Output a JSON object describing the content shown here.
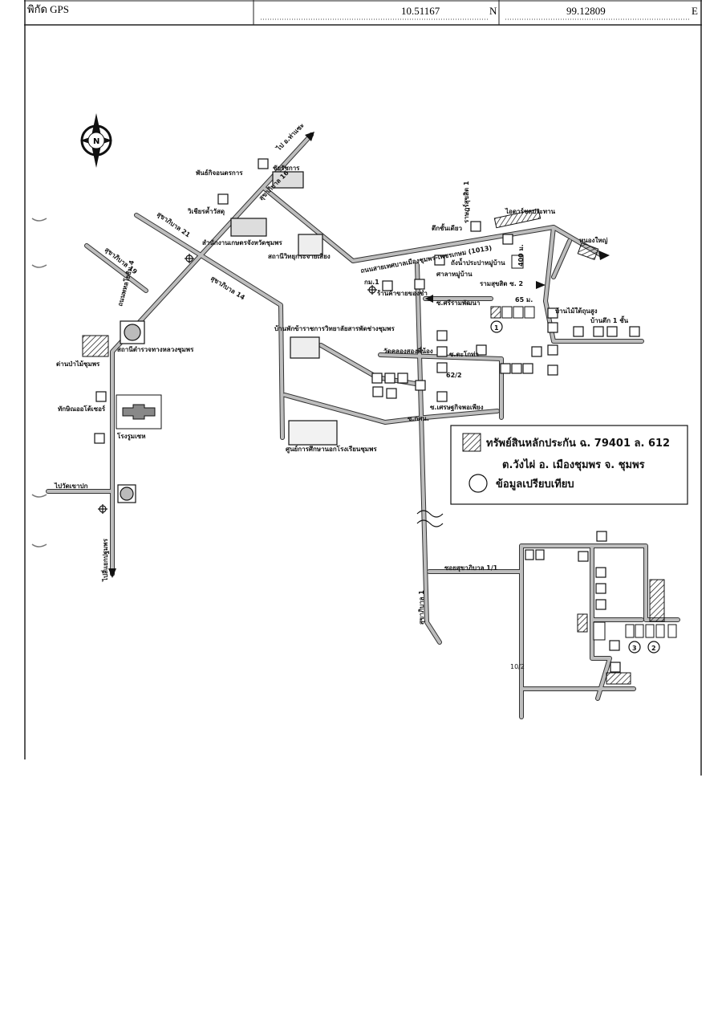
{
  "header": {
    "partial_left": "พิกัด GPS",
    "latitude": "10.51167",
    "lat_dir": "N",
    "longitude": "99.12809",
    "lon_dir": "E"
  },
  "compass": {
    "north": "N"
  },
  "labels": {
    "to_tha_sae": "ไป อ.ท่าแซะ",
    "chaiyakarn": "ชัยรัชการ",
    "phan_kit": "พันธ์กิจอนตรการ",
    "sukhaphiban_16": "สุขาภิบาล 16",
    "wichian": "วิเชียรค้ำวัสดุ",
    "sukhaphiban_21": "สุขาภิบาล 21",
    "agri_office": "สำนักงานเกษตรจังหวัดชุมพร",
    "radio_station": "สถานีวิทยุกระจายเสียง",
    "sukhaphiban_19": "สุขาภิบาล 19",
    "sukhaphiban_14": "สุขาภิบาล 14",
    "main_road": "ถนนสายเทศบาลเมืองชุมพร-เพชรเกษม (1013)",
    "tuk_chan_diao": "ตึกชั้นเดียว",
    "ram_suksit_1": "ราษฎร์สุขสิต 1",
    "ram_suksit_2": "รามสุขสิต ซ. 2",
    "irrigation": "ไอดาร์ชลประทาน",
    "water_tower": "ถังน้ำประปาหมู่บ้าน",
    "village_hall": "ศาลาหมู่บ้าน",
    "to_nong_yai": "หนองใหญ่",
    "km1": "กม.1",
    "shop": "ร้านค้าขายของชำ",
    "soi_sriram": "ซ.ศรีรามพัฒนา",
    "dist_65": "65 ม.",
    "dist_400": "400 ม.",
    "wooden_house": "บ้านไม้ใต้ถุนสูง",
    "one_storey": "บ้านตึก 1 ชั้น",
    "pol_highway": "ถนนพหลโยธิน 4",
    "police_station": "สถานีตำรวจทางหลวงชุมพร",
    "forest_checkpoint": "ด่านป่าไม้ชุมพร",
    "science_school": "บ้านพักข้าราชการวิทยาลัยสารพัดช่างชุมพร",
    "chevrolet_dealer": "ทักษิณออโต้เซอร์",
    "wat_khlong": "วัดคลองสองพี่น้อง",
    "soi_thakai": "ซ.ตะโกท่า",
    "house_62_2": "62/2",
    "soi_setthakit": "ซ.เศรษฐกิจพอเพียง",
    "soi_kso": "ซ.กศน.",
    "rong_rian": "โรงรูมเซห",
    "study_center": "ศูนย์การศึกษานอกโรงเรียนชุมพร",
    "to_wat_khao": "ไปวัดเขาปก",
    "to_pathomphon": "ไปสี่แยกปฐมพร",
    "soi_sukhaphiban_1_1": "ซอยสุขาภิบาล 1/1",
    "sukhaphiban_1": "สุขาภิบาล 1",
    "house_num": "10/2"
  },
  "legend": {
    "collateral": "ทรัพย์สินหลักประกัน ฉ. 79401 ล. 612",
    "location": "ต.วังไผ่ อ. เมืองชุมพร จ. ชุมพร",
    "comparison": "ข้อมูลเปรียบเทียบ"
  },
  "markers": {
    "m1": "1",
    "m2": "2",
    "m3": "3"
  },
  "icons": [
    "compass-rose-icon",
    "hatched-square-icon",
    "circle-marker-icon",
    "chevrolet-logo-icon",
    "emblem-icon",
    "intersection-marker-icon"
  ],
  "colors": {
    "road_fill": "#b8b8b8",
    "road_edge": "#333333",
    "ink": "#111111"
  }
}
